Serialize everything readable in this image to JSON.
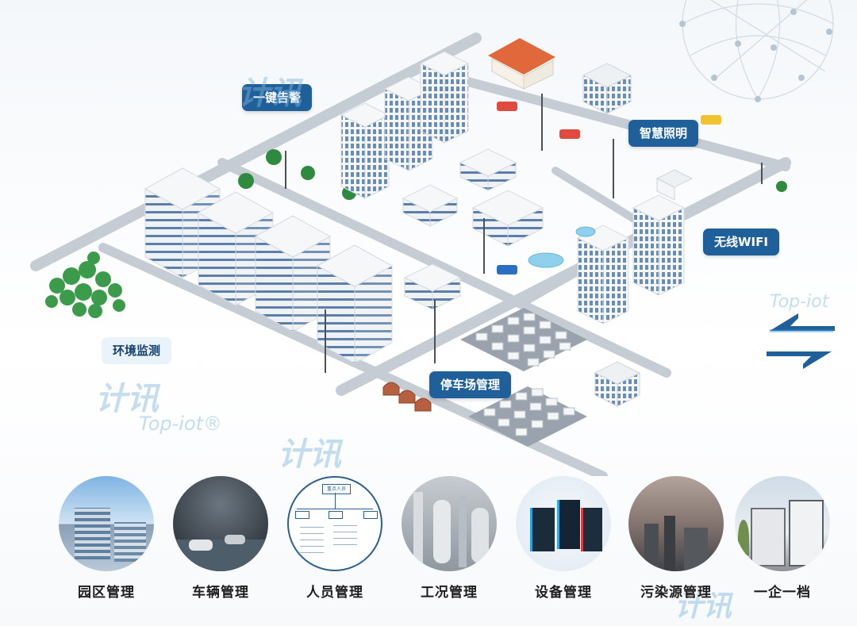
{
  "scene_labels": {
    "alarm": "一键告警",
    "lighting": "智慧照明",
    "wifi": "无线WIFI",
    "env": "环境监测",
    "parking": "停车场管理"
  },
  "watermark": {
    "brand_cn": "计讯",
    "brand_en": "Top-iot",
    "reg": "®"
  },
  "modules": [
    {
      "label": "园区管理",
      "icon": "park-buildings-photo"
    },
    {
      "label": "车辆管理",
      "icon": "garage-photo"
    },
    {
      "label": "人员管理",
      "icon": "org-chart"
    },
    {
      "label": "工况管理",
      "icon": "factory-photo"
    },
    {
      "label": "设备管理",
      "icon": "devices-photo"
    },
    {
      "label": "污染源管理",
      "icon": "pollution-photo"
    },
    {
      "label": "一企一档",
      "icon": "enterprise-photo"
    }
  ],
  "org_chart": {
    "root": "重点人员"
  },
  "colors": {
    "accent": "#1f5f9a",
    "road": "#c9ced4",
    "building": "#f2f4f7",
    "window": "#5b7fa8"
  }
}
